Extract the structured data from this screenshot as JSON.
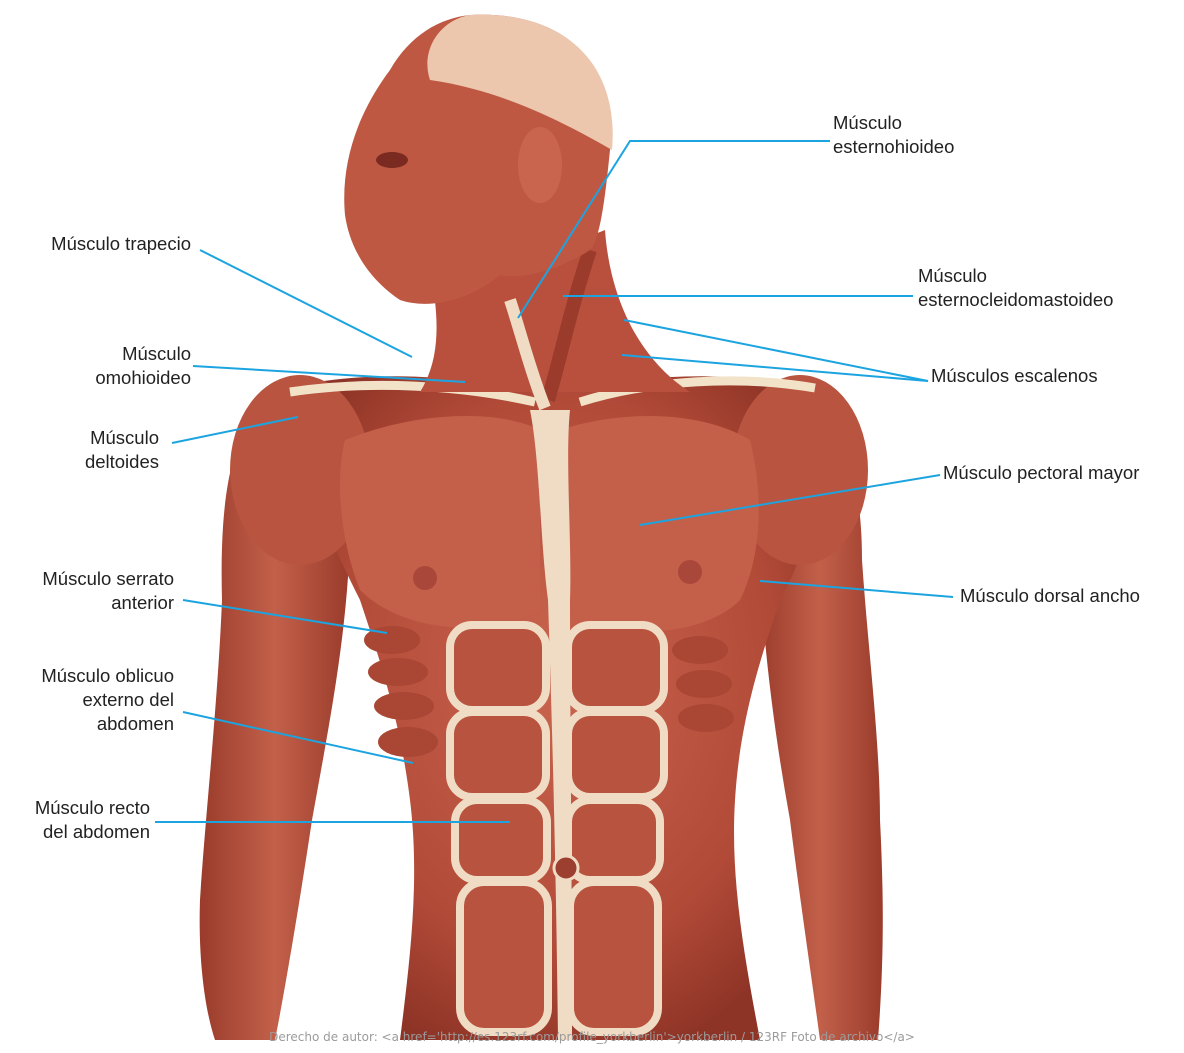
{
  "labels": {
    "trapecio": [
      "Músculo trapecio"
    ],
    "omohioideo": [
      "Músculo",
      "omohioideo"
    ],
    "deltoides": [
      "Músculo",
      "deltoides"
    ],
    "serrato": [
      "Músculo serrato",
      "anterior"
    ],
    "oblicuo": [
      "Músculo oblicuo",
      "externo del",
      "abdomen"
    ],
    "recto": [
      "Músculo recto",
      "del abdomen"
    ],
    "esternohioideo": [
      "Músculo",
      "esternohioideo"
    ],
    "esternocleido": [
      "Músculo",
      "esternocleidomastoideo"
    ],
    "escalenos": [
      "Músculos escalenos"
    ],
    "pectoral": [
      "Músculo pectoral mayor"
    ],
    "dorsal": [
      "Músculo dorsal ancho"
    ]
  },
  "credit": "Derecho de autor: <a href='http://es.123rf.com/profile_yorkberlin'>yorkberlin / 123RF Foto de archivo</a>",
  "colors": {
    "leader": "#1ca4e0",
    "muscle": "#b9503e",
    "muscle_dark": "#8e3426",
    "tendon": "#f2e2c8",
    "skin": "#e9b59b"
  }
}
